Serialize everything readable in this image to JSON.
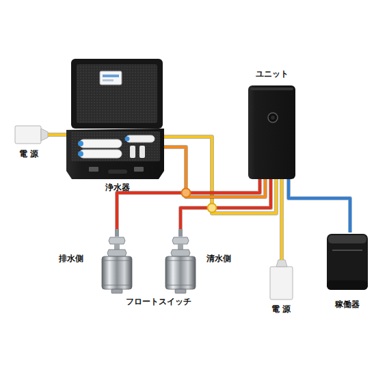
{
  "diagram": {
    "nodes": [
      {
        "text": [
          "電 源"
        ]
      },
      {
        "text": [
          "浄水器"
        ]
      },
      {
        "text": [
          "ユニット"
        ]
      },
      {
        "text": [
          "排水側"
        ]
      },
      {
        "text": [
          "清水側"
        ]
      },
      {
        "text": [
          "電 源"
        ]
      },
      {
        "text": [
          "稼働器"
        ]
      }
    ],
    "edges": [
      {
        "from": 0,
        "to": 1,
        "arrow": "none"
      },
      {
        "from": 1,
        "to": 2,
        "arrow": "none"
      },
      {
        "from": 1,
        "to": 2,
        "arrow": "none"
      },
      {
        "from": 3,
        "to": 2,
        "arrow": "none"
      },
      {
        "from": 4,
        "to": 2,
        "arrow": "none"
      },
      {
        "from": 2,
        "to": 5,
        "arrow": "none"
      },
      {
        "from": 2,
        "to": 6,
        "arrow": "none"
      }
    ],
    "labels": [
      "フロートスイッチ"
    ]
  }
}
